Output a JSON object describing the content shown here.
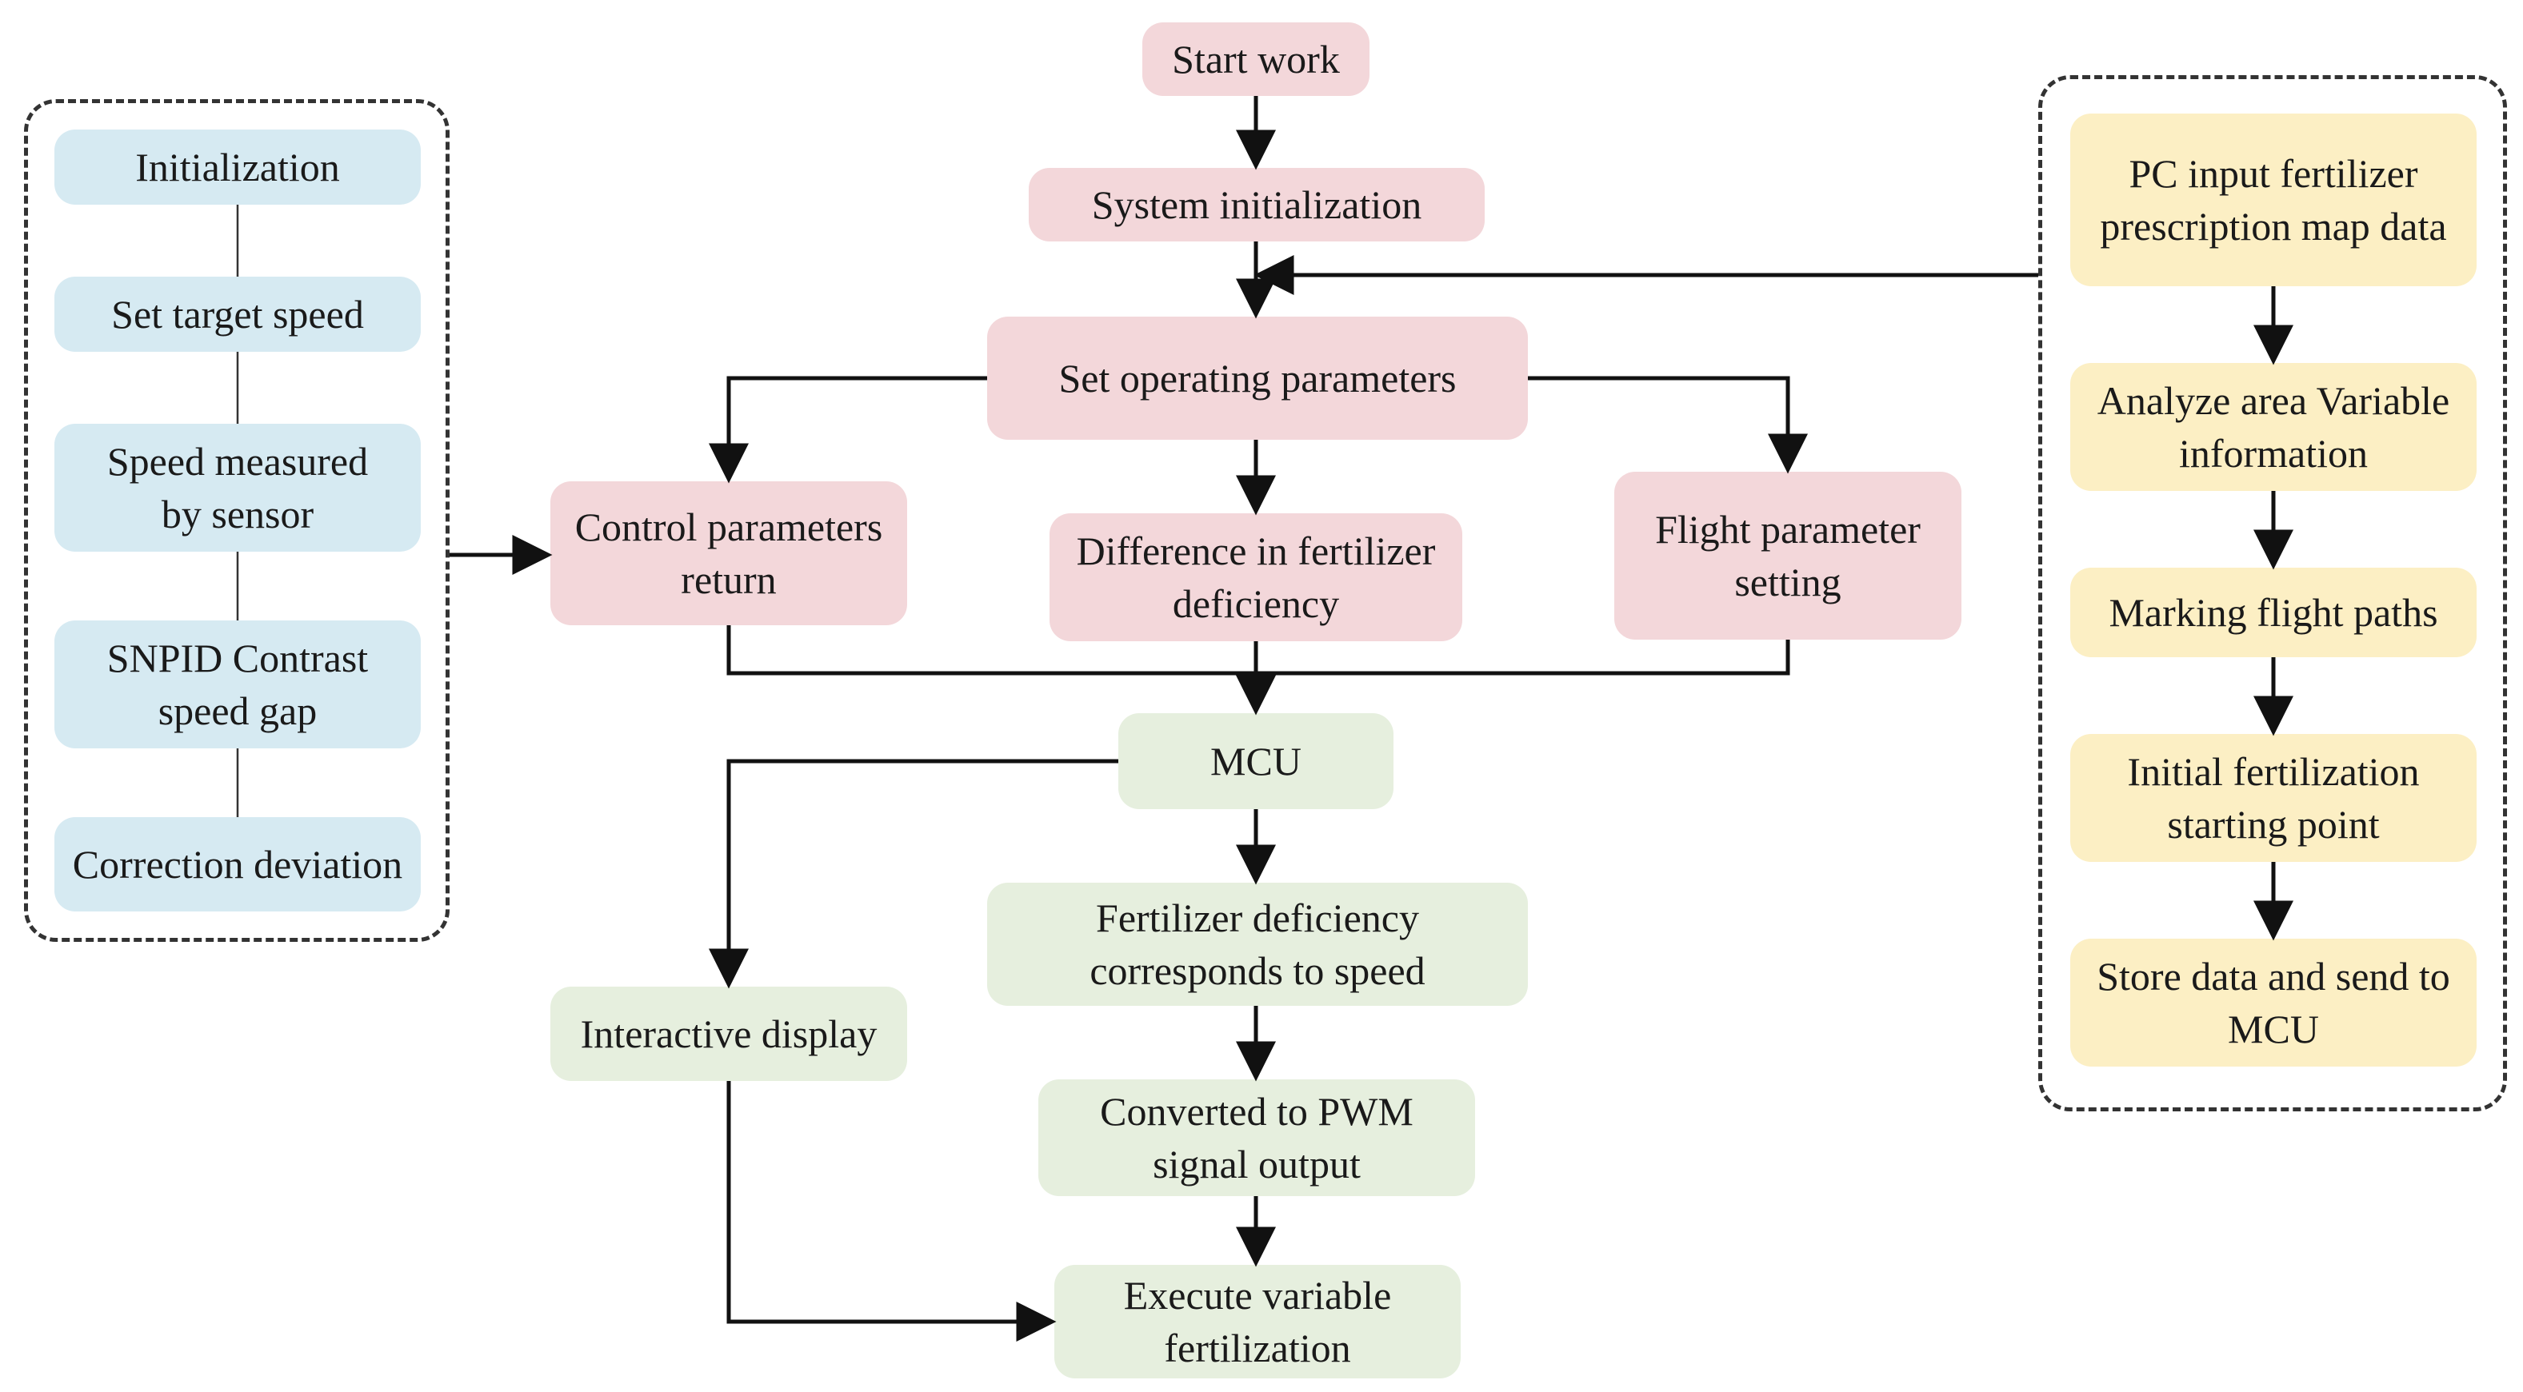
{
  "colors": {
    "center_top_fill": "#f3d7da",
    "center_bottom_fill": "#e6efde",
    "left_panel_fill": "#d6eaf2",
    "right_panel_fill": "#fcefc4",
    "line": "#111111",
    "panel_border": "#333333"
  },
  "center": {
    "start_work": "Start work",
    "system_initialization": "System initialization",
    "set_operating_parameters": "Set operating parameters",
    "control_parameters_return": "Control parameters\nreturn",
    "difference_fertilizer_deficiency": "Difference in fertilizer\ndeficiency",
    "flight_parameter_setting": "Flight parameter\nsetting",
    "mcu": "MCU",
    "fertilizer_deficiency_speed": "Fertilizer deficiency\ncorresponds to speed",
    "interactive_display": "Interactive display",
    "pwm_output": "Converted to PWM\nsignal output",
    "execute_variable_fertilization": "Execute variable\nfertilization"
  },
  "left_panel": {
    "initialization": "Initialization",
    "set_target_speed": "Set target speed",
    "speed_measured": "Speed measured\nby sensor",
    "snpid_contrast": "SNPID Contrast\nspeed gap",
    "correction_deviation": "Correction deviation"
  },
  "right_panel": {
    "pc_input": "PC input fertilizer\nprescription map data",
    "analyze_area": "Analyze area Variable\ninformation",
    "marking_flight_paths": "Marking flight paths",
    "initial_fertilization": "Initial fertilization\nstarting point",
    "store_data": "Store data and send to\nMCU"
  }
}
